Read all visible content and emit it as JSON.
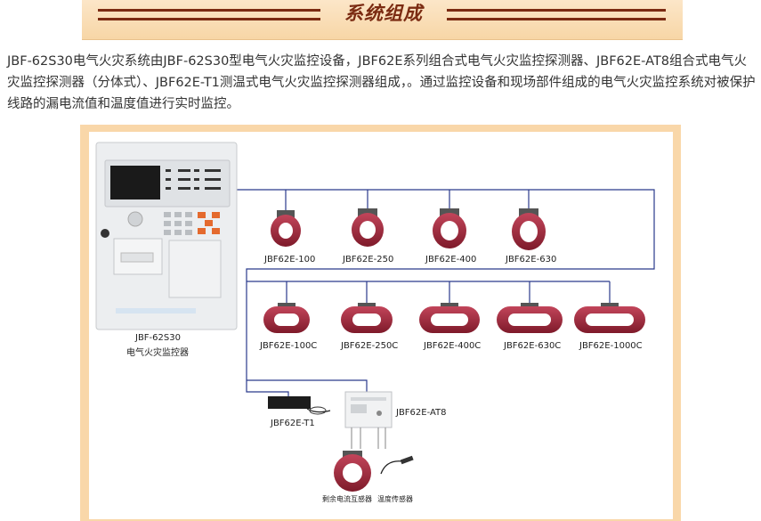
{
  "banner": {
    "title": "系统组成"
  },
  "intro": {
    "text": "JBF-62S30电气火灾系统由JBF-62S30型电气火灾监控设备，JBF62E系列组合式电气火灾监控探测器、JBF62E-AT8组合式电气火灾监控探测器（分体式）、JBF62E-T1测温式电气火灾监控探测器组成，。通过监控设备和现场部件组成的电气火灾监控系统对被保护线路的漏电流值和温度值进行实时监控。"
  },
  "diagram": {
    "controller": {
      "model": "JBF-62S30",
      "name": "电气火灾监控器"
    },
    "round_sensors": [
      "JBF62E-100",
      "JBF62E-250",
      "JBF62E-400",
      "JBF62E-630"
    ],
    "oval_sensors": [
      "JBF62E-100C",
      "JBF62E-250C",
      "JBF62E-400C",
      "JBF62E-630C",
      "JBF62E-1000C"
    ],
    "temp_detector": "JBF62E-T1",
    "split_detector": "JBF62E-AT8",
    "residual_ct": "剩余电流互感器",
    "temp_sensor": "温度传感器"
  },
  "colors": {
    "banner_text": "#7b2b12",
    "frame": "#f9d7a9",
    "wire": "#2a3a8c",
    "ct_red": "#a0283a"
  }
}
